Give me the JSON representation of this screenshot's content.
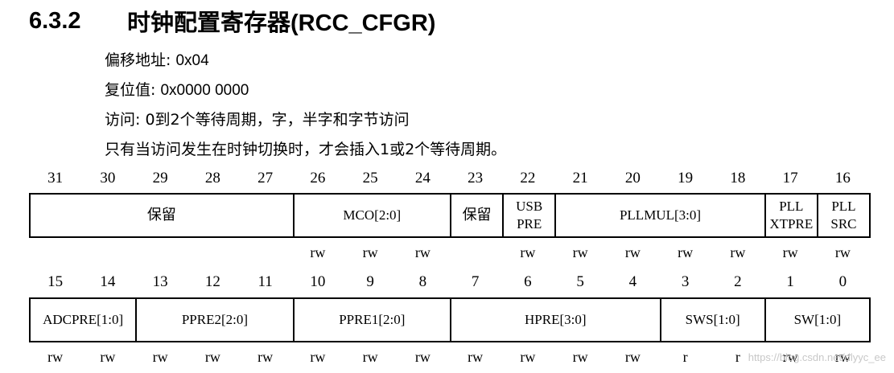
{
  "section": {
    "number": "6.3.2",
    "title": "时钟配置寄存器(RCC_CFGR)"
  },
  "info": {
    "offset_label": "偏移地址: ",
    "offset_value": "0x04",
    "reset_label": "复位值: ",
    "reset_value": "0x0000 0000",
    "access_line": "访问: 0到2个等待周期，字，半字和字节访问",
    "note_line": "只有当访问发生在时钟切换时，才会插入1或2个等待周期。"
  },
  "high": {
    "bit_numbers": [
      "31",
      "30",
      "29",
      "28",
      "27",
      "26",
      "25",
      "24",
      "23",
      "22",
      "21",
      "20",
      "19",
      "18",
      "17",
      "16"
    ],
    "fields": [
      {
        "label": [
          "保留"
        ],
        "span": 5,
        "cn": true
      },
      {
        "label": [
          "MCO[2:0]"
        ],
        "span": 3
      },
      {
        "label": [
          "保留"
        ],
        "span": 1,
        "cn": true
      },
      {
        "label": [
          "USB",
          "PRE"
        ],
        "span": 1
      },
      {
        "label": [
          "PLLMUL[3:0]"
        ],
        "span": 4
      },
      {
        "label": [
          "PLL",
          "XTPRE"
        ],
        "span": 1
      },
      {
        "label": [
          "PLL",
          "SRC"
        ],
        "span": 1
      }
    ],
    "access": [
      "",
      "",
      "",
      "",
      "",
      "rw",
      "rw",
      "rw",
      "",
      "rw",
      "rw",
      "rw",
      "rw",
      "rw",
      "rw",
      "rw"
    ]
  },
  "low": {
    "bit_numbers": [
      "15",
      "14",
      "13",
      "12",
      "11",
      "10",
      "9",
      "8",
      "7",
      "6",
      "5",
      "4",
      "3",
      "2",
      "1",
      "0"
    ],
    "fields": [
      {
        "label": [
          "ADCPRE[1:0]"
        ],
        "span": 2
      },
      {
        "label": [
          "PPRE2[2:0]"
        ],
        "span": 3
      },
      {
        "label": [
          "PPRE1[2:0]"
        ],
        "span": 3
      },
      {
        "label": [
          "HPRE[3:0]"
        ],
        "span": 4
      },
      {
        "label": [
          "SWS[1:0]"
        ],
        "span": 2
      },
      {
        "label": [
          "SW[1:0]"
        ],
        "span": 2
      }
    ],
    "access": [
      "rw",
      "rw",
      "rw",
      "rw",
      "rw",
      "rw",
      "rw",
      "rw",
      "rw",
      "rw",
      "rw",
      "rw",
      "r",
      "r",
      "rw",
      "rw"
    ]
  },
  "watermark": "https://blog.csdn.net/dlyyc_ee"
}
